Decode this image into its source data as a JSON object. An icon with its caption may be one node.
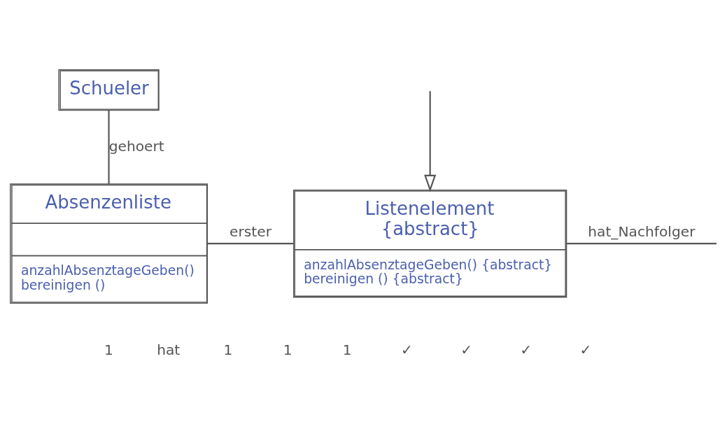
{
  "diagram": {
    "nodes": [
      {
        "text": [
          "Schueler"
        ]
      },
      {
        "text": [
          "Absenzenliste",
          "anzahlAbsenztageGeben()",
          "bereinigen ()"
        ]
      },
      {
        "text": [
          "Listenelement",
          "{abstract}",
          "anzahlAbsenztageGeben() {abstract}",
          "bereinigen () {abstract}"
        ]
      }
    ],
    "edges": [
      {
        "from": 0,
        "to": 1,
        "arrow": "none",
        "label": "gehoert"
      },
      {
        "from": 1,
        "to": 2,
        "arrow": "none",
        "label": "erster"
      },
      {
        "from": 2,
        "to": null,
        "arrow": "none",
        "label": "hat_Nachfolger"
      },
      {
        "from": null,
        "to": 2,
        "arrow": "to"
      }
    ],
    "labels": [
      "1",
      "hat",
      "1",
      "1",
      "1",
      "✓",
      "✓",
      "✓",
      "✓"
    ]
  }
}
